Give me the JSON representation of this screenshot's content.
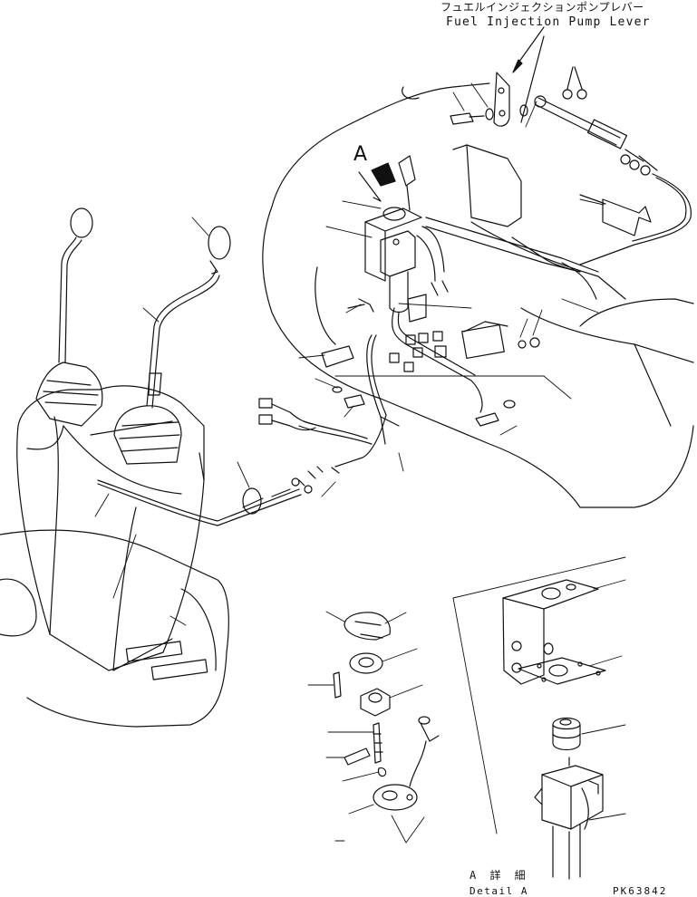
{
  "callout": {
    "japanese": "フュエルインジェクションポンプレバー",
    "english": "Fuel Injection Pump Lever"
  },
  "view_marker": "A",
  "detail": {
    "japanese": "A 詳 細",
    "english": "Detail A"
  },
  "drawing_number": "PK63842",
  "colors": {
    "ink": "#111111",
    "paper": "#ffffff"
  }
}
